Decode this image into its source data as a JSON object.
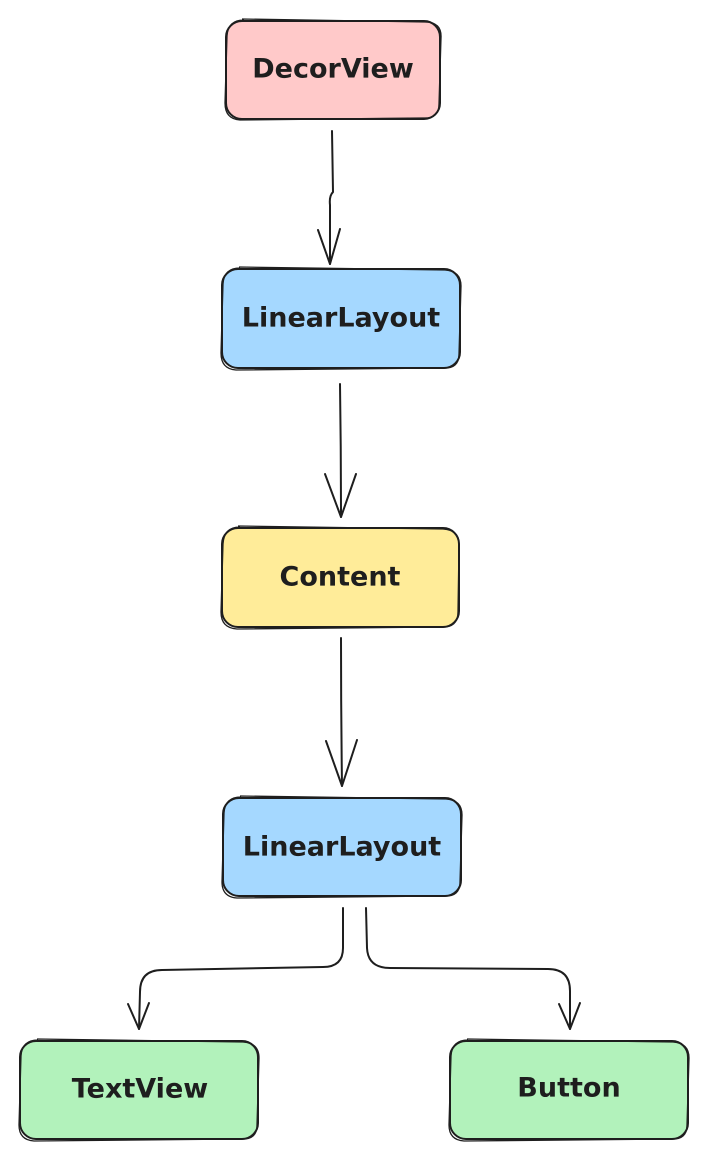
{
  "nodes": {
    "decorview": {
      "label": "DecorView",
      "color": "#ffc9c9"
    },
    "linearlayout_outer": {
      "label": "LinearLayout",
      "color": "#a5d8ff"
    },
    "content": {
      "label": "Content",
      "color": "#ffec99"
    },
    "linearlayout_inner": {
      "label": "LinearLayout",
      "color": "#a5d8ff"
    },
    "textview": {
      "label": "TextView",
      "color": "#b2f2bb"
    },
    "button": {
      "label": "Button",
      "color": "#b2f2bb"
    }
  },
  "edges": [
    {
      "from": "DecorView",
      "to": "LinearLayout"
    },
    {
      "from": "LinearLayout",
      "to": "Content"
    },
    {
      "from": "Content",
      "to": "LinearLayout"
    },
    {
      "from": "LinearLayout",
      "to": "TextView"
    },
    {
      "from": "LinearLayout",
      "to": "Button"
    }
  ],
  "colors": {
    "stroke": "#1e1e1e",
    "background": "#ffffff"
  }
}
